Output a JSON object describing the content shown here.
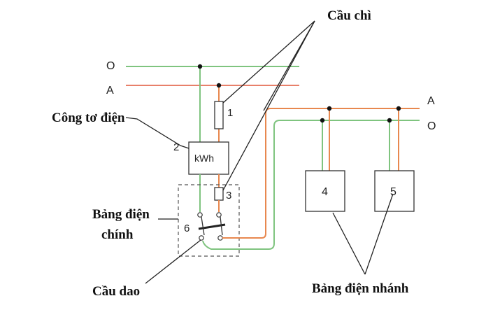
{
  "colors": {
    "neutral_wire": "#7fc47f",
    "phase_wire": "#e8806a",
    "branch_phase_wire": "#e8884f",
    "outline": "#333333"
  },
  "wires": {
    "main_neutral_label": "O",
    "main_phase_label": "A",
    "branch_phase_label": "A",
    "branch_neutral_label": "O"
  },
  "labels": {
    "fuse": "Cầu chì",
    "meter": "Công tơ điện",
    "main_panel_line1": "Bảng điện",
    "main_panel_line2": "chính",
    "knife_switch": "Cầu dao",
    "branch_panel": "Bảng điện nhánh"
  },
  "components": {
    "fuse_1": "1",
    "meter_number": "2",
    "meter_unit": "kWh",
    "fuse_3": "3",
    "switch_6": "6",
    "branch_4": "4",
    "branch_5": "5"
  }
}
